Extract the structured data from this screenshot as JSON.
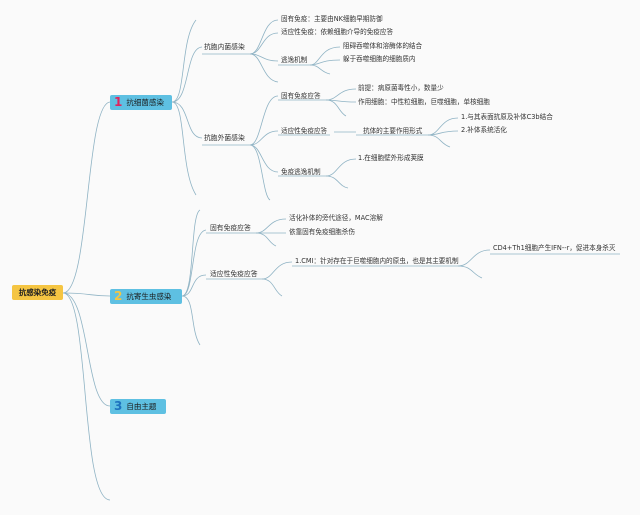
{
  "root": "抗感染免疫",
  "topics": [
    {
      "number": "1",
      "label": "抗细菌感染"
    },
    {
      "number": "2",
      "label": "抗寄生虫感染"
    },
    {
      "number": "3",
      "label": "自由主题"
    }
  ],
  "bacteria": {
    "intracellular": {
      "label": "抗胞内菌感染",
      "innate": "固有免疫：主要由NK细胞早期防御",
      "adaptive": "适应性免疫：依赖细胞介导的免疫应答",
      "escape": {
        "label": "逃逸机制",
        "items": [
          "阻碍吞噬体和溶酶体的结合",
          "躲于吞噬细胞的细胞质内"
        ]
      }
    },
    "extracellular": {
      "label": "抗胞外菌感染",
      "innate": {
        "label": "固有免疫应答",
        "items": [
          "前提：病原菌毒性小，数量少",
          "作用细胞：中性粒细胞，巨噬细胞，单核细胞"
        ]
      },
      "adaptive": {
        "label": "适应性免疫应答",
        "mechanism": "抗体的主要作用形式",
        "items": [
          "1.与其表面抗原及补体C3b结合",
          "2.补体系统活化"
        ]
      },
      "escape": {
        "label": "免疫逃逸机制",
        "items": [
          "1.在细胞壁外形成荚膜"
        ]
      }
    }
  },
  "parasite": {
    "innate": {
      "label": "固有免疫应答",
      "items": [
        "活化补体的旁代途径，MAC溶解",
        "依靠固有免疫细胞杀伤"
      ]
    },
    "adaptive": {
      "label": "适应性免疫应答",
      "cmi": "1.CMI：针对存在于巨噬细胞内的原虫，也是其主要机制",
      "cd4": "CD4+Th1细胞产生IFN--r，促进本身杀灭"
    }
  }
}
